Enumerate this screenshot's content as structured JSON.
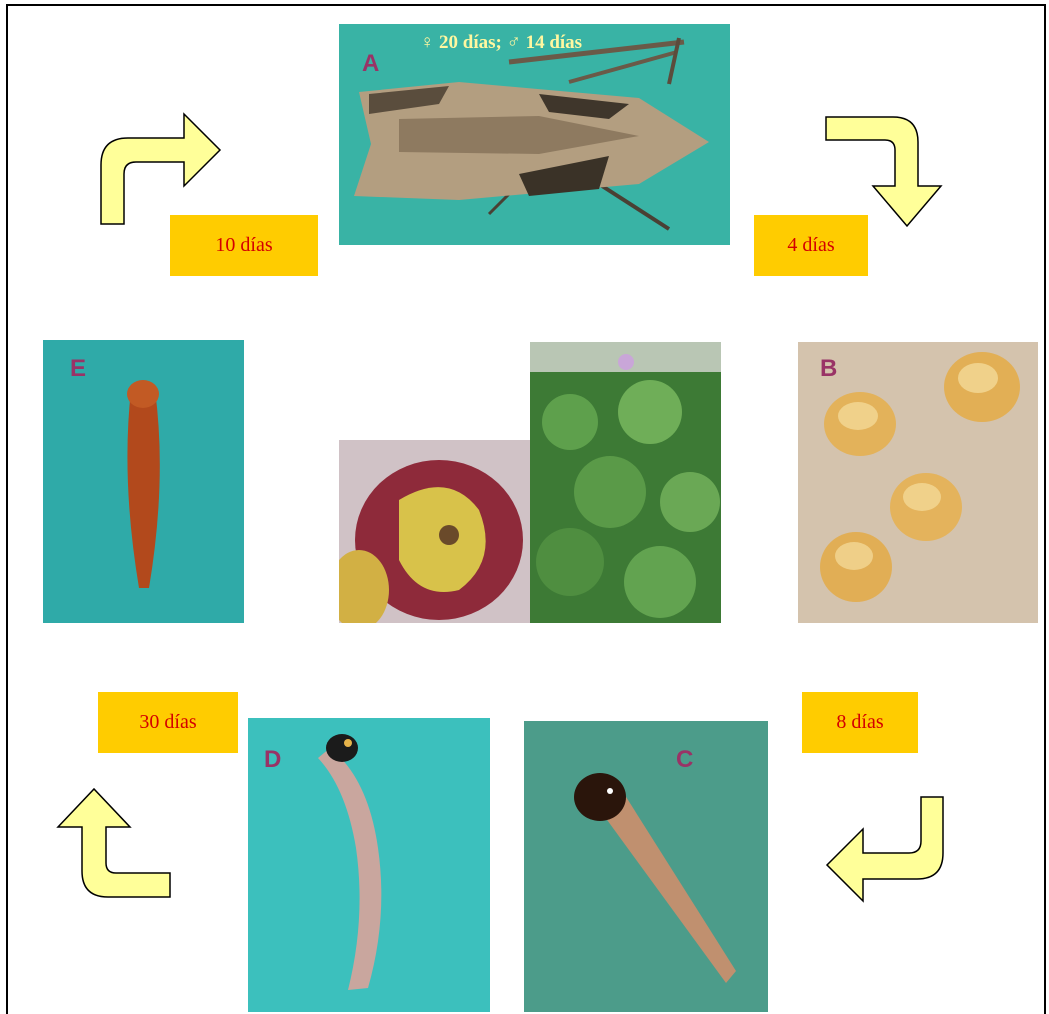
{
  "stages": {
    "A": {
      "letter": "A",
      "lifespan": "♀ 20 días; ♂ 14 días"
    },
    "B": {
      "letter": "B"
    },
    "C": {
      "letter": "C"
    },
    "D": {
      "letter": "D"
    },
    "E": {
      "letter": "E"
    }
  },
  "durations": {
    "a_to_b": "4 días",
    "b_to_c": "8 días",
    "c_to_d": "30 días",
    "e_to_a": "10 días"
  },
  "colors": {
    "duration_bg": "#ffcc00",
    "duration_text": "#d40000",
    "arrow_fill": "#ffff99",
    "letter": "#993366",
    "photo_background": "#3fb8ab"
  }
}
